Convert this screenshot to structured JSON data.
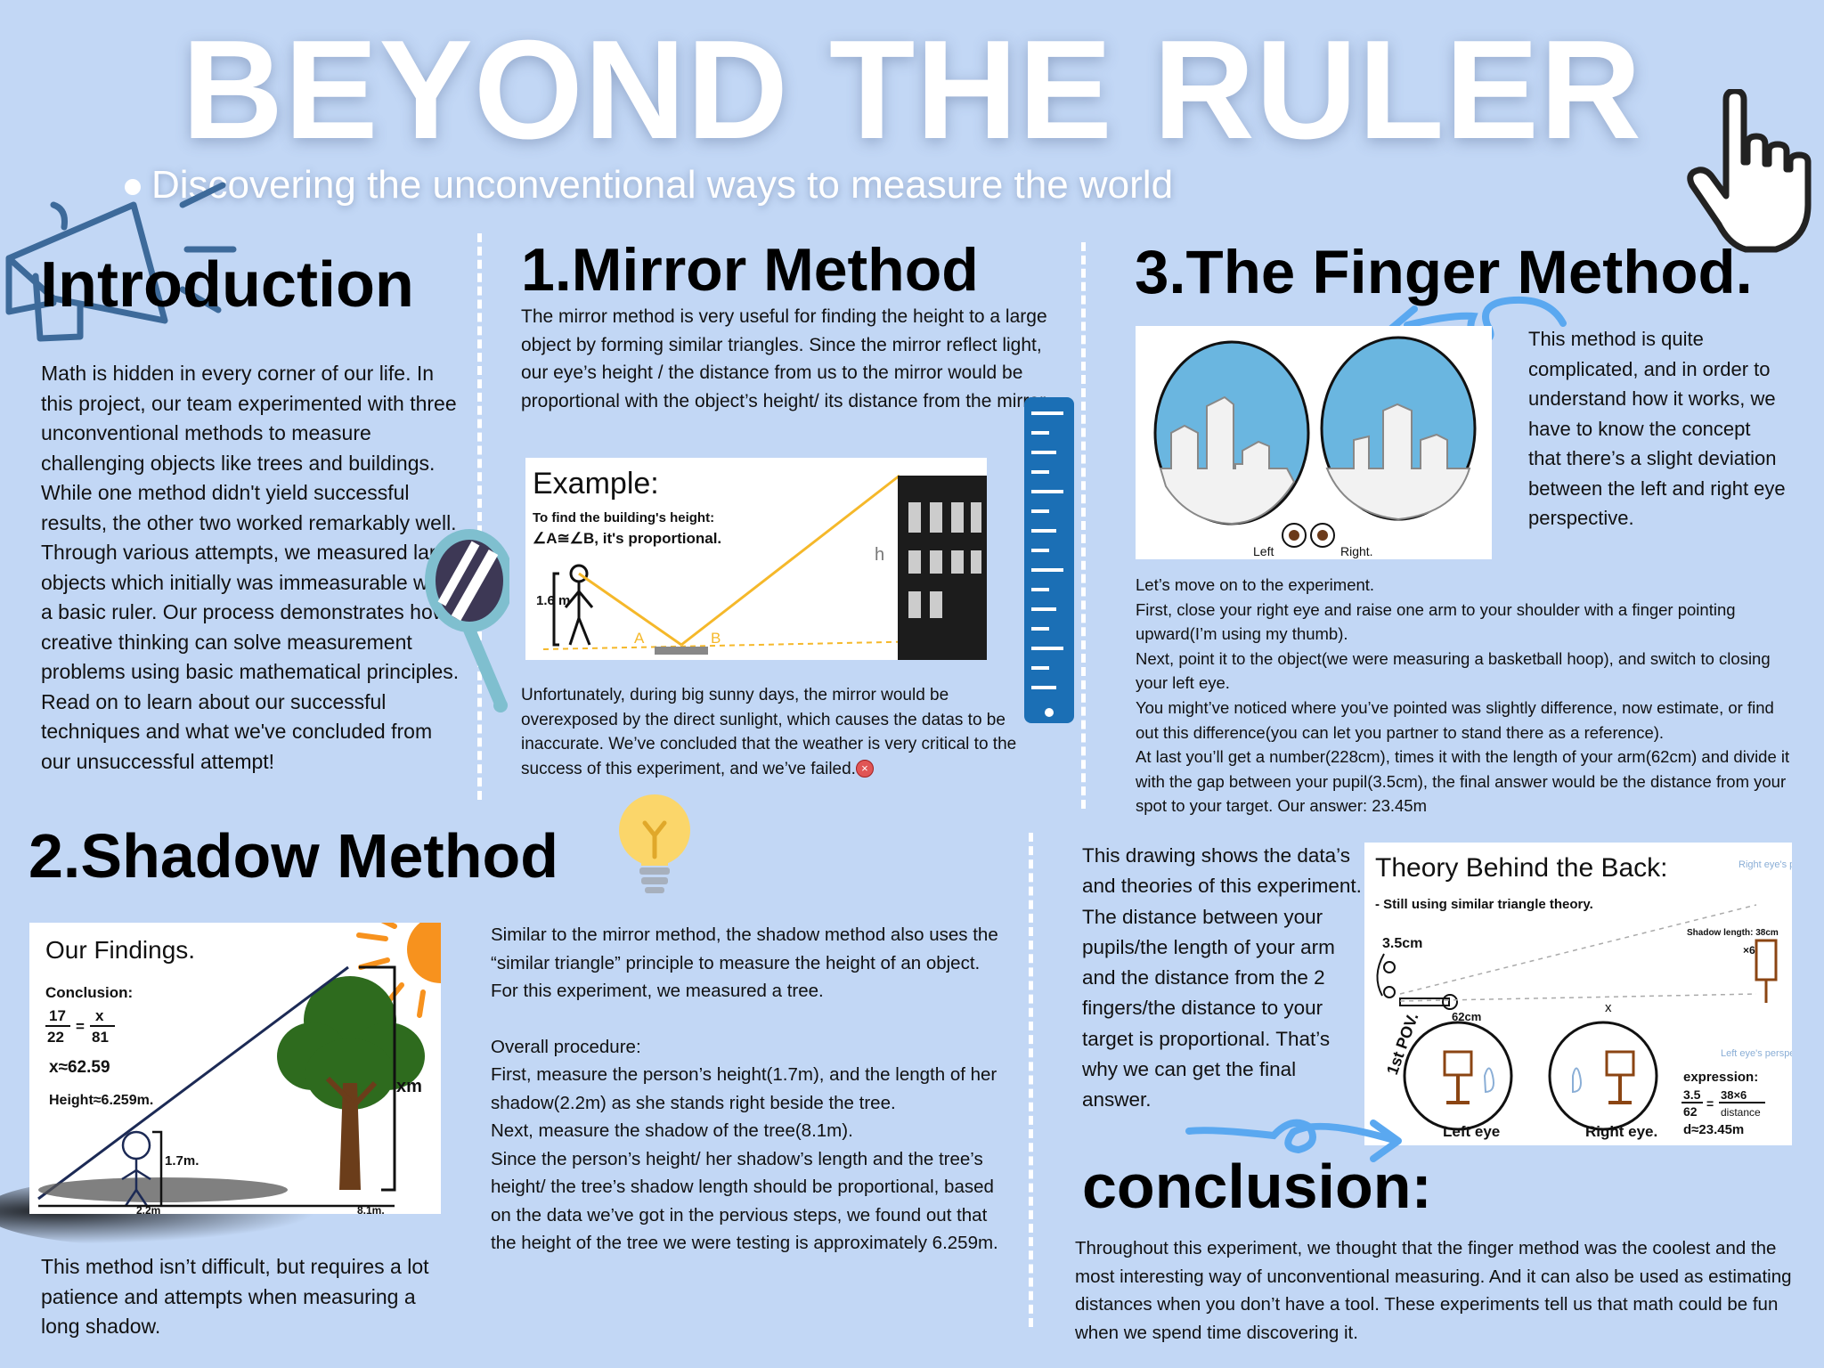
{
  "header": {
    "title": "BEYOND THE RULER",
    "subtitle": "Discovering the unconventional ways to measure the world"
  },
  "intro": {
    "heading": "Introduction",
    "body": "Math is hidden in every corner of our life. In this project, our team experimented with three unconventional methods to measure challenging objects like trees and buildings. While one method didn't yield successful results, the other two worked remarkably well. Through various attempts, we measured large objects which initially was immeasurable with a basic ruler. Our process demonstrates how creative thinking can solve measurement problems using basic mathematical principles. Read on to learn about our successful techniques and what we've concluded from our unsuccessful attempt!"
  },
  "mirror": {
    "heading": "1.Mirror Method",
    "body": "The mirror method is very useful for finding the height to a large object by forming similar triangles. Since the mirror reflect light, our eye’s height / the distance from us to the mirror would be proportional with the object’s height/ its distance from the mirror.",
    "diagram": {
      "title": "Example:",
      "line1": "To find the building's height:",
      "line2": "∠A≅∠B, it's proportional.",
      "height_label": "1.6 m",
      "angle_a": "A",
      "angle_b": "B",
      "h_label": "h"
    },
    "failure": "Unfortunately, during big sunny days, the mirror would be overexposed by the direct sunlight, which causes the datas to be inaccurate. We’ve concluded that the weather is very critical to the success of this experiment, and we’ve failed.",
    "fail_icon": "x-circle-icon"
  },
  "finger": {
    "heading": "3.The Finger Method.",
    "intro": "This method is quite complicated, and in order to understand how it works, we have to know the concept that there’s a slight deviation between the left and right eye perspective.",
    "eye_left": "Left",
    "eye_right": "Right.",
    "steps": [
      "Let’s move on to the experiment.",
      "First, close your right eye and raise one arm to your shoulder with a finger pointing upward(I’m using my thumb).",
      "Next, point it to the object(we were measuring a basketball hoop), and switch to closing your left eye.",
      "You might’ve noticed where you’ve pointed was slightly difference, now estimate, or find out this difference(you can let you partner to stand there as a reference).",
      "At last you’ll get a number(228cm), times it with the length of your arm(62cm) and divide it with the gap between your pupil(3.5cm), the final answer would be the distance from your spot to your target.  Our answer: 23.45m"
    ],
    "drawing_text": "This drawing shows the data’s and theories of this experiment. The distance between your pupils/the length of your arm and the distance from the 2 fingers/the distance to your target is proportional. That’s why we can get the final answer.",
    "theory": {
      "title": "Theory Behind the Back:",
      "subtitle": "- Still using similar triangle theory.",
      "pupil": "3.5cm",
      "arm": "62cm",
      "pov": "1st POV.",
      "right_persp": "Right eye's perspective",
      "left_persp": "Left eye's perspective",
      "shadow_len": "Shadow length: 38cm",
      "times": "×6",
      "x": "x",
      "left_eye": "Left eye",
      "right_eye": "Right eye.",
      "expr_title": "expression:",
      "expr_num": "3.5",
      "expr_den": "62",
      "expr_rhs_num": "38×6",
      "expr_rhs_den": "distance",
      "expr_result": "d≈23.45m"
    }
  },
  "shadow": {
    "heading": "2.Shadow Method",
    "findings": {
      "title": "Our Findings.",
      "conclusion": "Conclusion:",
      "frac_a_num": "17",
      "frac_a_den": "22",
      "frac_b_num": "x",
      "frac_b_den": "81",
      "approx": "x≈62.59",
      "height": "Height≈6.259m.",
      "person_h": "1.7m.",
      "tree_h": "xm",
      "shadow_person": "2.2m",
      "shadow_tree": "8.1m."
    },
    "caption": "This method isn’t difficult, but requires a lot patience and attempts when measuring a long shadow.",
    "body": [
      "Similar to the mirror method, the shadow method also uses the “similar triangle” principle to measure the height of an object. For this experiment, we measured a tree.",
      "",
      "Overall procedure:",
      "First, measure the person’s height(1.7m), and the length of her shadow(2.2m) as she stands right beside the tree.",
      "Next, measure the shadow of the tree(8.1m).",
      "Since the person’s height/ her shadow’s length and the tree’s height/ the tree’s shadow length should be proportional, based on the data we’ve got in the pervious steps, we found out that the height of the tree we were testing is approximately 6.259m."
    ]
  },
  "conclusion": {
    "heading": "conclusion:",
    "body": "Throughout this experiment, we thought that the finger method was the coolest and the most interesting way of unconventional measuring. And it can also be used as estimating distances when you don’t have a tool. These experiments tell us that math could be fun when we spend time discovering it."
  },
  "decor": {
    "icons": [
      "megaphone-icon",
      "pointer-hand-icon",
      "hand-mirror-icon",
      "ruler-icon",
      "lightbulb-icon",
      "curly-arrow-icon",
      "x-circle-icon"
    ],
    "colors": {
      "background": "#c2d7f5",
      "accent_blue": "#5aa8f0",
      "sky": "#6ab6e0",
      "ruler": "#1b6fb5",
      "yellow": "#f5b82a"
    }
  }
}
